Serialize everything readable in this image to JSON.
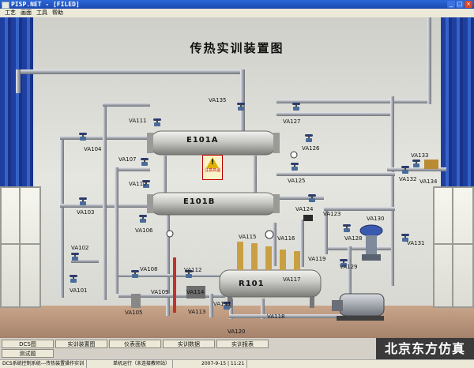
{
  "window": {
    "title": "PISP.NET - [FILED]"
  },
  "menu": [
    "工艺",
    "画面",
    "工具",
    "帮助"
  ],
  "scene": {
    "title": "传热实训装置图",
    "equipment": {
      "exchanger_a": "E101A",
      "exchanger_b": "E101B",
      "tank": "R101"
    },
    "warning_sign": "注意高温",
    "valves": [
      "VA135",
      "VA111",
      "VA127",
      "VA104",
      "VA126",
      "VA107",
      "VA133",
      "VA132",
      "VA134",
      "VA110",
      "VA125",
      "VA103",
      "VA124",
      "VA123",
      "VA130",
      "VA106",
      "VA116",
      "VA115",
      "VA128",
      "VA102",
      "VA131",
      "VA119",
      "VA108",
      "VA112",
      "VA117",
      "VA129",
      "VA101",
      "VA109",
      "VA114",
      "VA113",
      "VA121",
      "VA105",
      "VA120",
      "VA118"
    ]
  },
  "bottom_buttons": [
    "DCS图",
    "实训装置图",
    "仪表面板",
    "实训数据",
    "实训报表",
    "测试题"
  ],
  "brand": "北京东方仿真",
  "status": {
    "left": "DCS系统控制系统---传热装置操作实训",
    "middle": "单机运行（未连接教师站）",
    "time": "2007-9-15 | 11:21"
  },
  "colors": {
    "curtain": "#2a4fb5",
    "titlebar": "#1f55c8",
    "pipe": "#a9adb3",
    "tank": "#d0d0cc"
  }
}
